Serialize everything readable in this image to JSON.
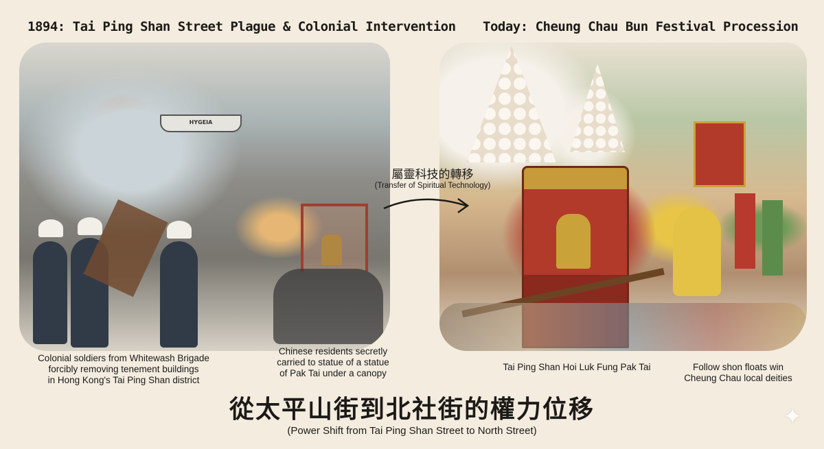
{
  "left_panel": {
    "title": "1894: Tai Ping Shan Street Plague & Colonial Intervention",
    "ship_label": "HYGEIA",
    "captions": [
      {
        "lines": [
          "Colonial soldiers from Whitewash Brigade",
          "forcibly removing tenement buildings",
          "in Hong Kong's Tai Ping Shan district"
        ]
      },
      {
        "lines": [
          "Chinese residents secretly",
          "carried to statue of a statue",
          "of Pak Tai under a canopy"
        ]
      }
    ]
  },
  "transition": {
    "label_zh": "屬靈科技的轉移",
    "label_en": "(Transfer of Spiritual Technology)",
    "icon": "curved-arrow-right-icon"
  },
  "right_panel": {
    "title": "Today: Cheung Chau Bun Festival Procession",
    "captions": [
      {
        "lines": [
          "Tai Ping Shan Hoi Luk Fung Pak Tai"
        ]
      },
      {
        "lines": [
          "Follow shon floats win",
          "Cheung Chau local deities"
        ]
      }
    ]
  },
  "footer": {
    "title_zh": "從太平山街到北社街的權力位移",
    "title_en": "(Power Shift from Tai Ping Shan Street to North Street)"
  },
  "watermark_icon": "sparkle-icon"
}
